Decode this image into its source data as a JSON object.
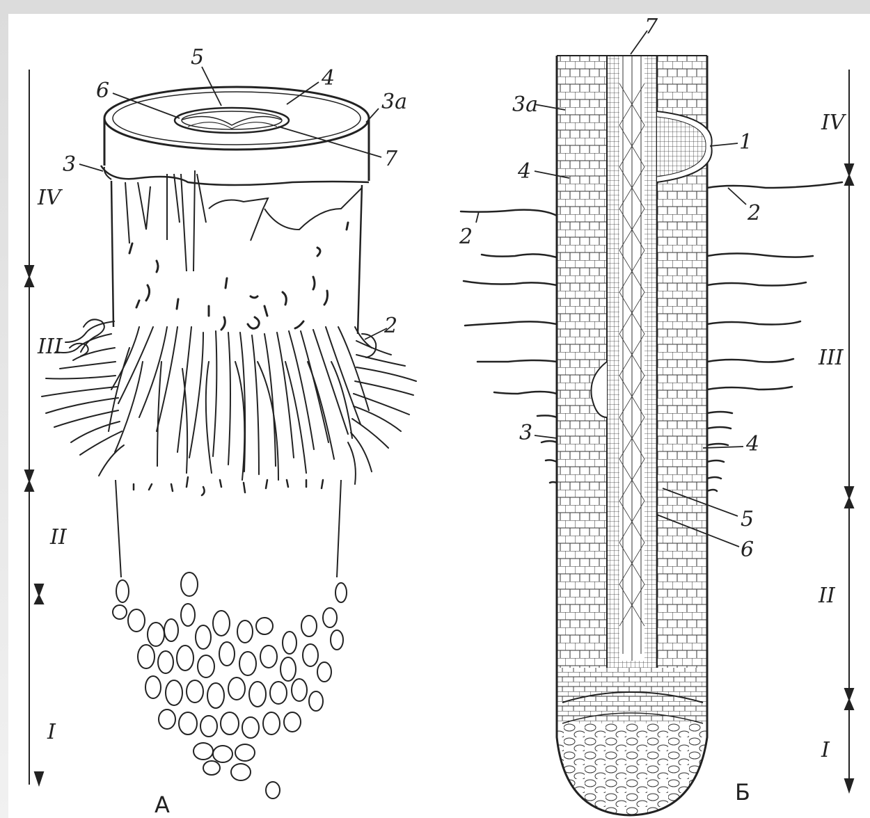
{
  "figure_a": {
    "caption": "А",
    "labels": {
      "l5": "5",
      "l4": "4",
      "l6": "6",
      "l3a": "3а",
      "l7": "7",
      "l3": "3",
      "l2": "2"
    },
    "zones": {
      "z4": "IV",
      "z3": "III",
      "z2": "II",
      "z1": "I"
    }
  },
  "figure_b": {
    "caption": "Б",
    "labels": {
      "l7": "7",
      "l3a": "3а",
      "l1": "1",
      "l4top": "4",
      "l2right": "2",
      "l2left": "2",
      "l3": "3",
      "l4right": "4",
      "l5": "5",
      "l6": "6"
    },
    "zones": {
      "z4": "IV",
      "z3": "III",
      "z2": "II",
      "z1": "I"
    }
  },
  "colors": {
    "ink": "#222222",
    "paper": "#ffffff",
    "frame": "#e2e2e2"
  }
}
